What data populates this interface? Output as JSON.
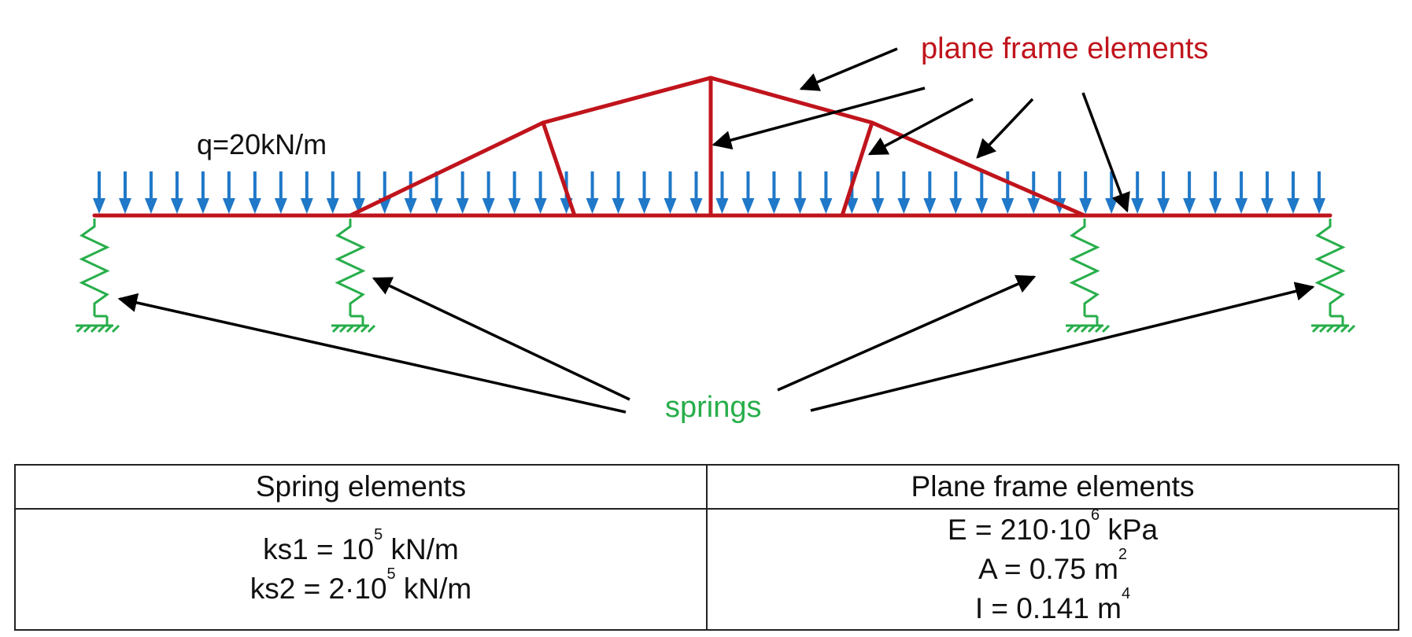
{
  "diagram": {
    "load_label": "q=20kN/m",
    "frame_label": "plane frame elements",
    "springs_label": "springs",
    "colors": {
      "frame": "#c0141c",
      "load": "#1f78c8",
      "spring": "#27ae4a",
      "arrow": "#000000"
    }
  },
  "table": {
    "headers": [
      "Spring elements",
      "Plane frame elements"
    ],
    "spring": {
      "ks1": {
        "pre": "ks1 = 10",
        "sup": "5",
        "post": " kN/m"
      },
      "ks2": {
        "pre": "ks2 = 2·10",
        "sup": "5",
        "post": " kN/m"
      }
    },
    "frame": {
      "E": {
        "pre": "E = 210·10",
        "sup": "6",
        "post": " kPa"
      },
      "A": {
        "pre": "A = 0.75 m",
        "sup": "2",
        "post": ""
      },
      "I": {
        "pre": "I = 0.141 m",
        "sup": "4",
        "post": ""
      }
    }
  }
}
